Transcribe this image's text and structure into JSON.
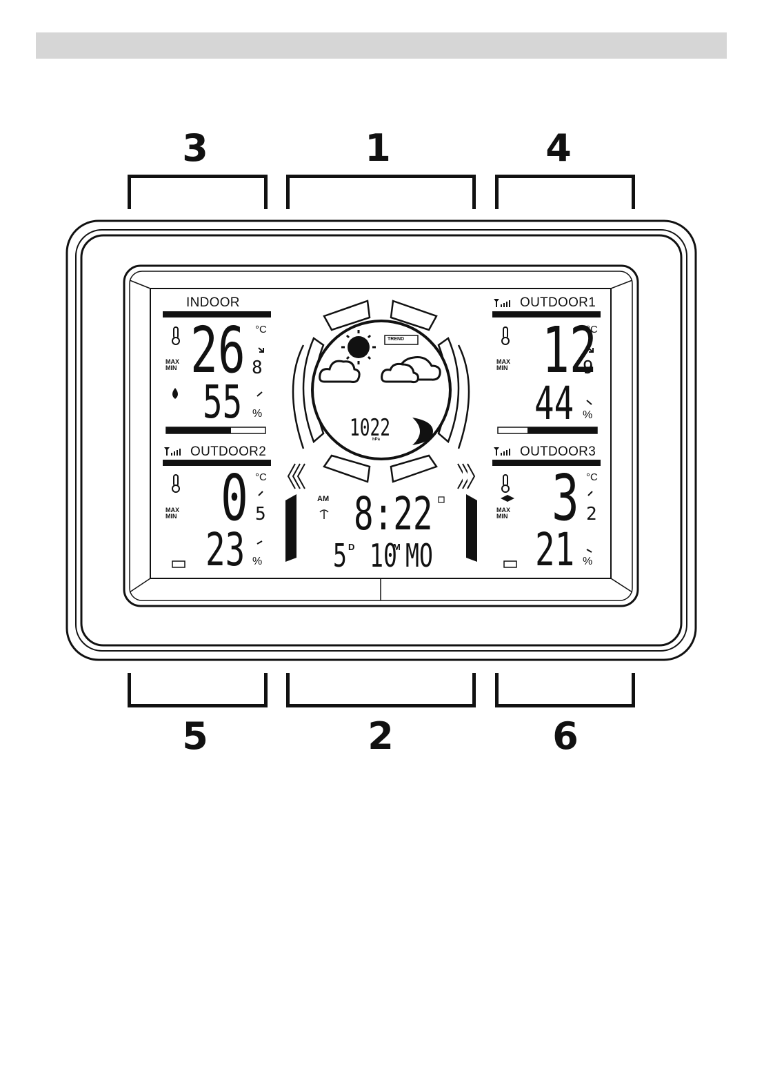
{
  "buttons": {
    "top": [
      "3",
      "1",
      "4"
    ],
    "bottom": [
      "5",
      "2",
      "6"
    ]
  },
  "indoor": {
    "label": "INDOOR",
    "temp_int": "26",
    "temp_dec": "8",
    "temp_unit": "°C",
    "humidity": "55",
    "humidity_unit": "%",
    "comfort_level": 0.65
  },
  "outdoor1": {
    "label": "OUTDOOR1",
    "temp_int": "12",
    "temp_dec": "9",
    "temp_unit": "°C",
    "humidity": "44",
    "humidity_unit": "%",
    "comfort_level": 0.3
  },
  "outdoor2": {
    "label": "OUTDOOR2",
    "temp_int": "0",
    "temp_dec": "5",
    "temp_unit": "°C",
    "humidity": "23",
    "humidity_unit": "%"
  },
  "outdoor3": {
    "label": "OUTDOOR3",
    "temp_int": "3",
    "temp_dec": "2",
    "temp_unit": "°C",
    "humidity": "21",
    "humidity_unit": "%"
  },
  "maxmin": {
    "max": "MAX",
    "min": "MIN"
  },
  "forecast": {
    "trend": "TREND",
    "pressure": "1022",
    "pressure_unit": "hPa"
  },
  "clock": {
    "ampm": "AM",
    "time": "8:22",
    "day": "5",
    "day_suffix": "D",
    "month": "10",
    "month_suffix": "M",
    "weekday": "MO"
  }
}
